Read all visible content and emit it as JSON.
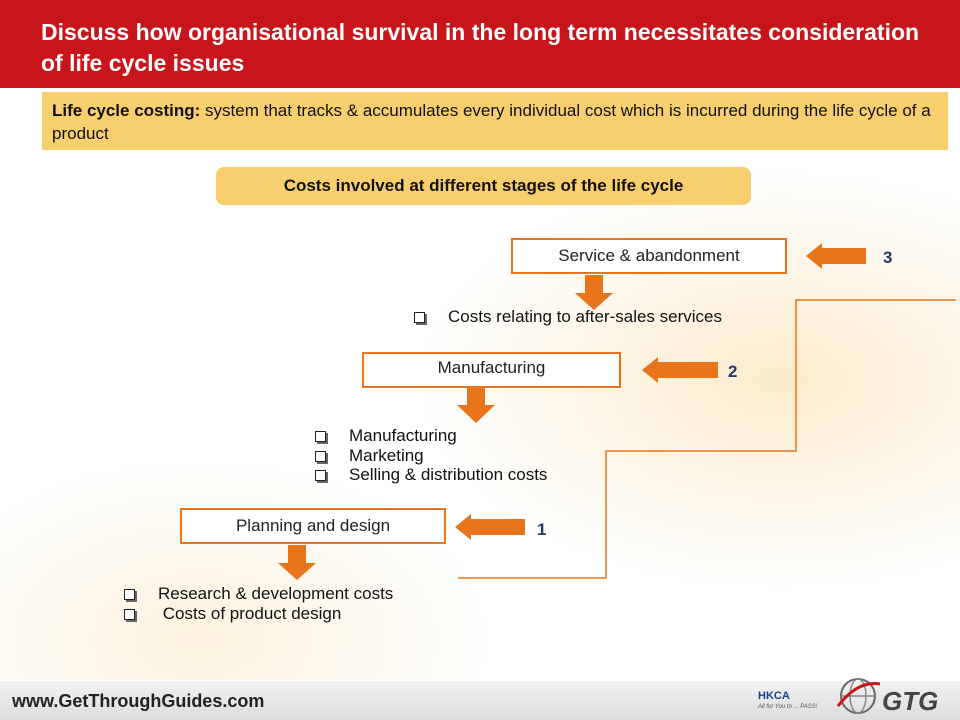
{
  "header": {
    "title": "Discuss how organisational survival in the long term necessitates consideration of life cycle issues"
  },
  "definition": {
    "term": "Life cycle costing:",
    "text": " system that tracks & accumulates every individual cost which is incurred during the life cycle of a product"
  },
  "section_title": "Costs involved at different stages of the life cycle",
  "stages": [
    {
      "label": "Planning and design",
      "number": "1",
      "bullets": [
        "Research & development costs",
        " Costs of product design"
      ]
    },
    {
      "label": "Manufacturing",
      "number": "2",
      "bullets": [
        "Manufacturing",
        "Marketing",
        "Selling & distribution costs"
      ]
    },
    {
      "label": "Service & abandonment",
      "number": "3",
      "bullets": [
        "Costs relating to after-sales services"
      ]
    }
  ],
  "footer": {
    "url": "www.GetThroughGuides.com",
    "logo_left": "HKCA",
    "logo_left_tagline": "All for You to ... PASS!",
    "logo_right": "GTG"
  },
  "colors": {
    "header_red": "#c8151b",
    "box_gold": "#f8cf6f",
    "arrow_orange": "#e8741c",
    "number_navy": "#23396b"
  }
}
